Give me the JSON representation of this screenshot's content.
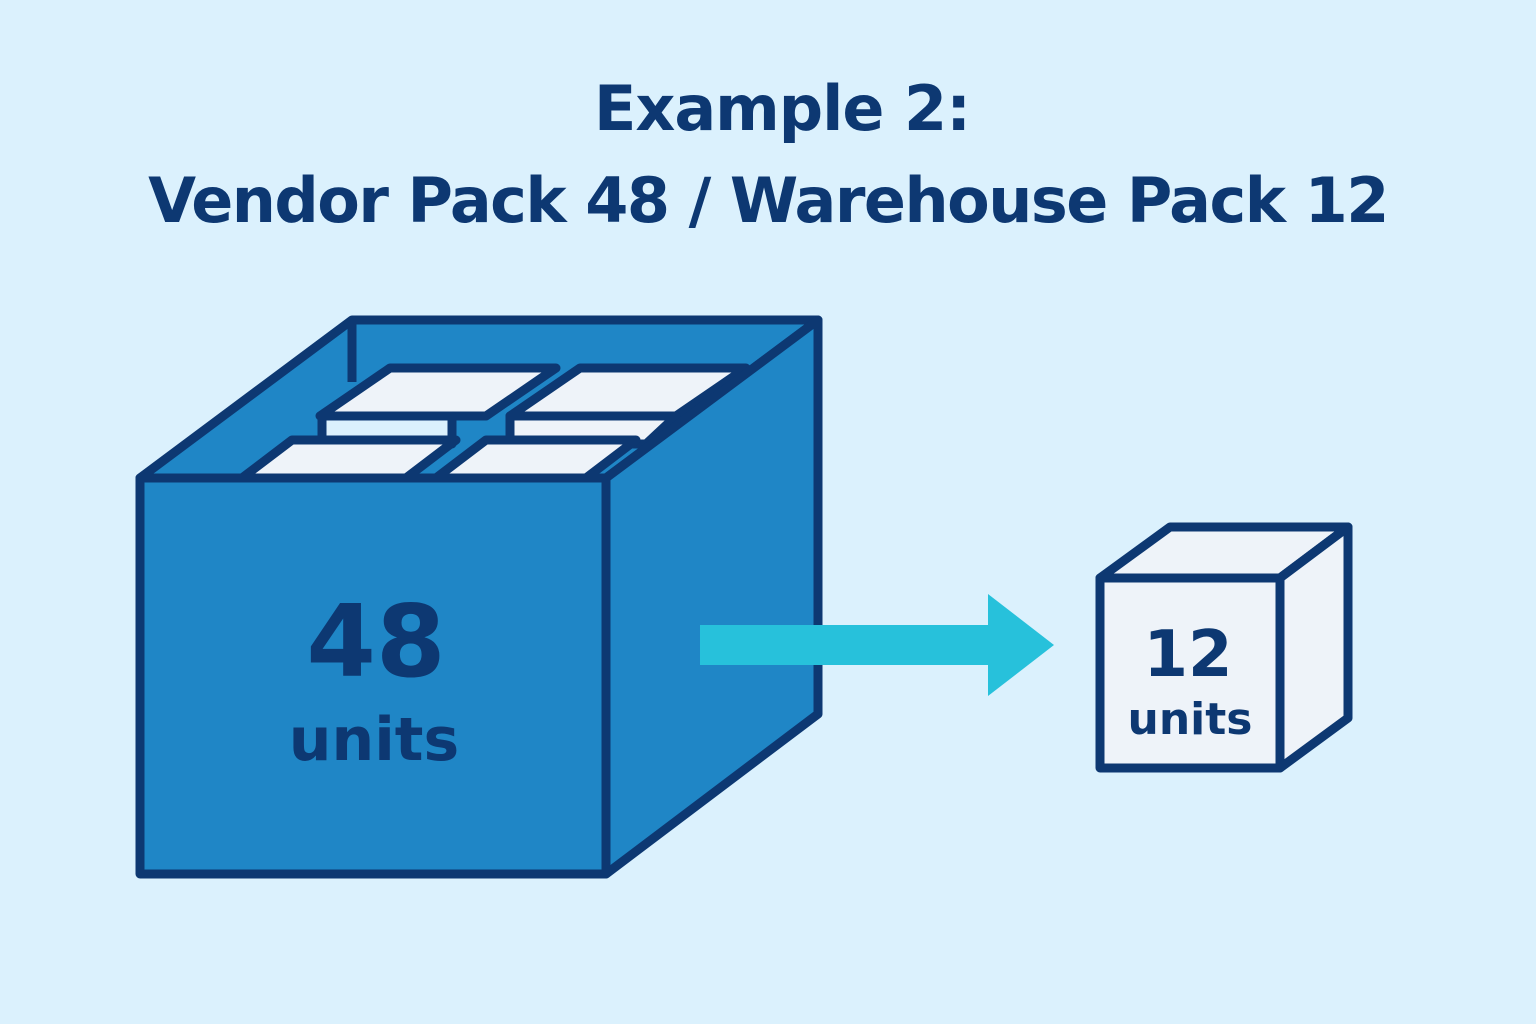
{
  "title": {
    "line1": "Example 2:",
    "line2": "Vendor Pack 48 / Warehouse Pack 12"
  },
  "vendor_pack": {
    "quantity": "48",
    "unit_label": "units",
    "color": "#1f86c6"
  },
  "warehouse_pack": {
    "quantity": "12",
    "unit_label": "units",
    "color": "#eef3f9"
  },
  "arrow": {
    "icon": "arrow-right-icon",
    "color": "#27c1db"
  },
  "colors": {
    "background": "#dbf1fd",
    "outline": "#0d3872",
    "text": "#0d3872",
    "inner_item": "#eef3f9"
  }
}
